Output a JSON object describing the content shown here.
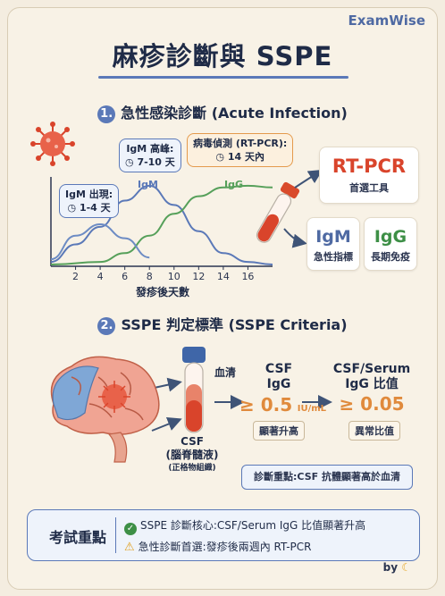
{
  "brand": "ExamWise",
  "title": "麻疹診斷與 SSPE",
  "section1": {
    "num": "1.",
    "title": "急性感染診斷 (Acute Infection)"
  },
  "callouts": {
    "igm_appear": {
      "line1": "IgM 出現:",
      "line2": "1-4 天"
    },
    "igm_peak": {
      "line1": "IgM 高峰:",
      "line2": "7-10 天"
    },
    "pcr": {
      "line1": "病毒偵測 (RT-PCR):",
      "line2": "14 天內"
    }
  },
  "chart_data": {
    "type": "line",
    "xlabel": "發疹後天數",
    "x_ticks": [
      2,
      4,
      6,
      8,
      10,
      12,
      14,
      16
    ],
    "xlim": [
      0,
      18
    ],
    "series": [
      {
        "name": "IgM",
        "color": "#5b79b8",
        "x": [
          0,
          2,
          4,
          6,
          8,
          10,
          12,
          14,
          16,
          18
        ],
        "y": [
          5,
          25,
          45,
          75,
          92,
          70,
          40,
          15,
          5,
          2
        ]
      },
      {
        "name": "IgG",
        "color": "#56a05a",
        "x": [
          0,
          4,
          6,
          8,
          10,
          12,
          14,
          16,
          18
        ],
        "y": [
          2,
          5,
          15,
          35,
          60,
          80,
          90,
          92,
          90
        ]
      },
      {
        "name": "",
        "color": "#6d8cc4",
        "x": [
          0,
          2,
          4,
          6,
          8
        ],
        "y": [
          8,
          35,
          48,
          32,
          10
        ]
      }
    ]
  },
  "cards": {
    "rtpcr": {
      "title": "RT-PCR",
      "sub": "首選工具"
    },
    "igm": {
      "title": "IgM",
      "sub": "急性指標"
    },
    "igg": {
      "title": "IgG",
      "sub": "長期免疫"
    }
  },
  "section2": {
    "num": "2.",
    "title": "SSPE 判定標準 (SSPE Criteria)"
  },
  "sspe": {
    "serum_label": "血清",
    "csf_igg_l1": "CSF",
    "csf_igg_l2": "IgG",
    "csf_value": "≥ 0.5",
    "csf_unit": "IU/mL",
    "csf_badge": "顯著升高",
    "ratio_l1": "CSF/Serum",
    "ratio_l2": "IgG 比值",
    "ratio_value": "≥ 0.05",
    "ratio_badge": "異常比值",
    "csf_label_l1": "CSF",
    "csf_label_l2": "(腦脊髓液)",
    "csf_label_l3": "(正格物組織)",
    "note": "診斷重點:CSF 抗體顯著高於血清"
  },
  "exam": {
    "title": "考試重點",
    "item1": "SSPE 診斷核心:CSF/Serum IgG 比值顯著升高",
    "item2": "急性診斷首選:發疹後兩週內 RT-PCR"
  },
  "by": "by",
  "colors": {
    "accent": "#5b79b8",
    "red": "#d9442b",
    "orange": "#e49a4c",
    "green": "#3d8f46"
  }
}
